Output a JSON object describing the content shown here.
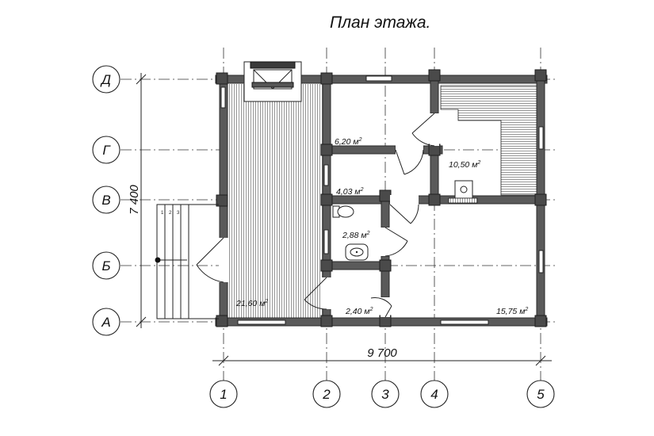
{
  "title": "План этажа.",
  "axes_rows": [
    {
      "label": "Д"
    },
    {
      "label": "Г"
    },
    {
      "label": "В"
    },
    {
      "label": "Б"
    },
    {
      "label": "А"
    }
  ],
  "axes_cols": [
    {
      "label": "1"
    },
    {
      "label": "2"
    },
    {
      "label": "3"
    },
    {
      "label": "4"
    },
    {
      "label": "5"
    }
  ],
  "dimensions": {
    "width": "9 700",
    "height": "7 400"
  },
  "rooms": [
    {
      "area": "21,60 м",
      "sup": "2"
    },
    {
      "area": "6,20 м",
      "sup": "2"
    },
    {
      "area": "4,03 м",
      "sup": "2"
    },
    {
      "area": "2,88 м",
      "sup": "2"
    },
    {
      "area": "2,40 м",
      "sup": "2"
    },
    {
      "area": "10,50 м",
      "sup": "2"
    },
    {
      "area": "15,75 м",
      "sup": "2"
    }
  ],
  "stair_numbers": [
    "1",
    "2",
    "3"
  ],
  "colors": {
    "wall": "#5a5a5a",
    "line": "#222222",
    "hatch": "#888888",
    "background": "#ffffff"
  }
}
